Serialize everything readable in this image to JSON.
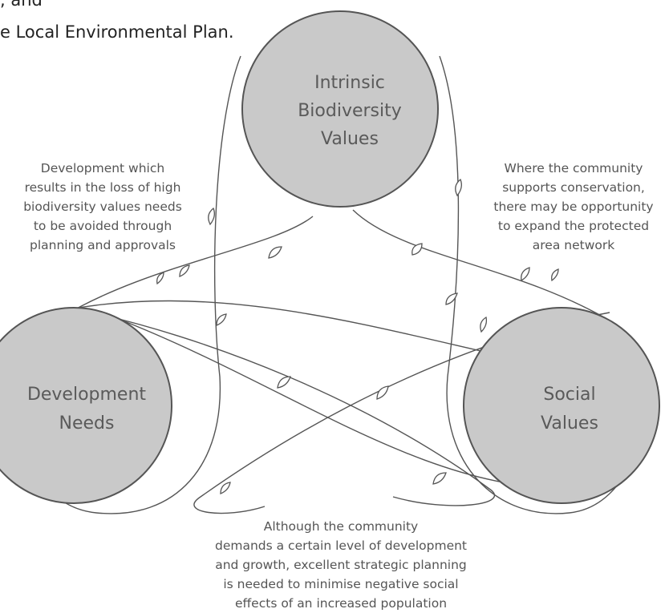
{
  "document": {
    "line1": ", and",
    "line2": "e Local Environmental Plan."
  },
  "diagram": {
    "nodes": [
      {
        "id": "biodiversity",
        "label_lines": [
          "Intrinsic",
          "Biodiversity",
          "Values"
        ]
      },
      {
        "id": "development",
        "label_lines": [
          "Development",
          "Needs"
        ]
      },
      {
        "id": "social",
        "label_lines": [
          "Social",
          "Values"
        ]
      }
    ],
    "annotations": {
      "left": [
        "Development which",
        "results in the loss of high",
        "biodiversity values needs",
        "to be avoided through",
        "planning and approvals"
      ],
      "right": [
        "Where the community",
        "supports conservation,",
        "there may be opportunity",
        "to expand the protected",
        "area network"
      ],
      "bottom": [
        "Although the community",
        "demands a certain level of development",
        "and growth, excellent strategic planning",
        "is needed to minimise negative social",
        "effects of an increased population"
      ]
    },
    "colors": {
      "circle_fill": "#c9c9c9",
      "stroke": "#555555",
      "text": "#555555"
    }
  }
}
